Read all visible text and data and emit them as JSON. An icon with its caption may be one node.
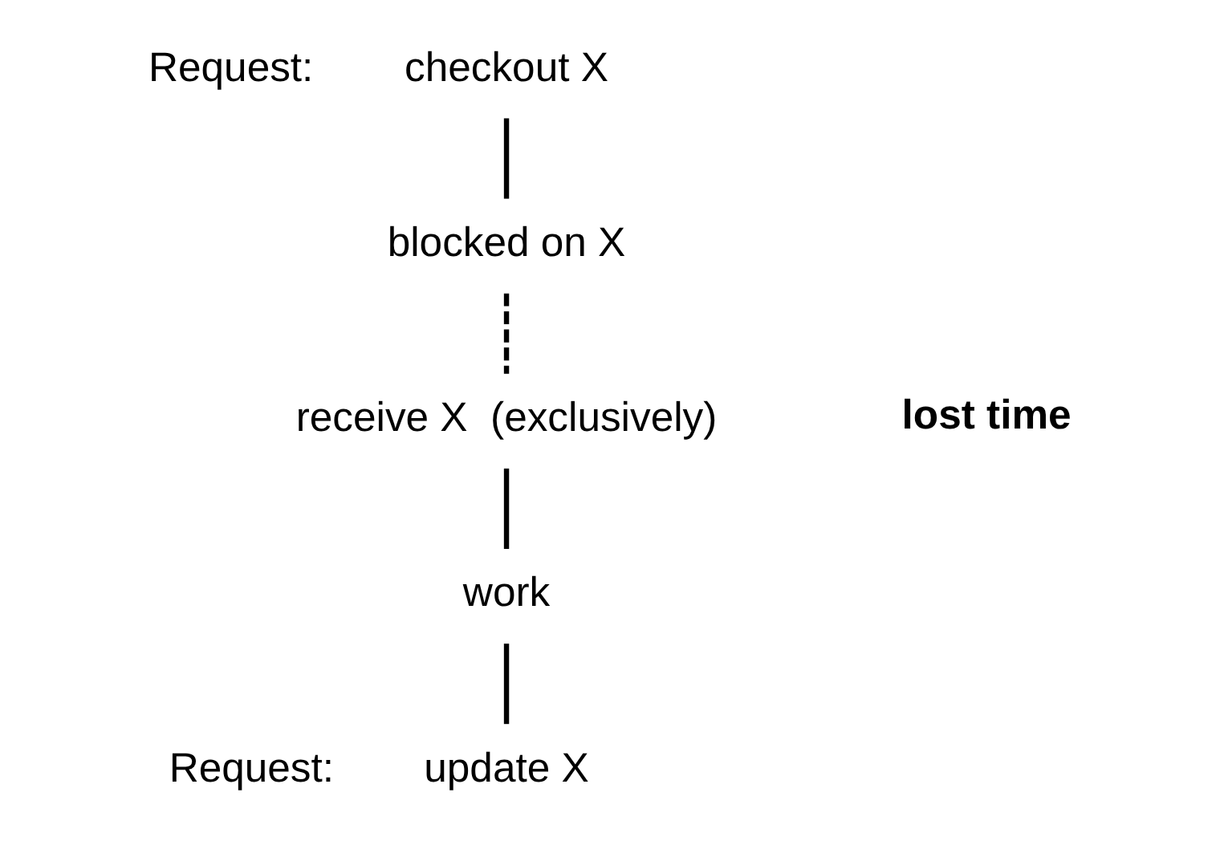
{
  "diagram": {
    "nodes": [
      {
        "text": [
          "checkout X"
        ],
        "beside": [
          "Request:"
        ]
      },
      {
        "text": [
          "blocked on X"
        ]
      },
      {
        "text": [
          "receive X  (exclusively)"
        ]
      },
      {
        "text": [
          "work"
        ]
      },
      {
        "text": [
          "update X"
        ],
        "beside": [
          "Request:"
        ]
      }
    ],
    "edges": [
      {
        "from": 0,
        "to": 1,
        "arrow": "none"
      },
      {
        "from": 1,
        "to": 2,
        "arrow": "none",
        "style": "dashed"
      },
      {
        "from": 2,
        "to": 3,
        "arrow": "none"
      },
      {
        "from": 3,
        "to": 4,
        "arrow": "none"
      }
    ],
    "labels": [
      "lost time"
    ]
  }
}
